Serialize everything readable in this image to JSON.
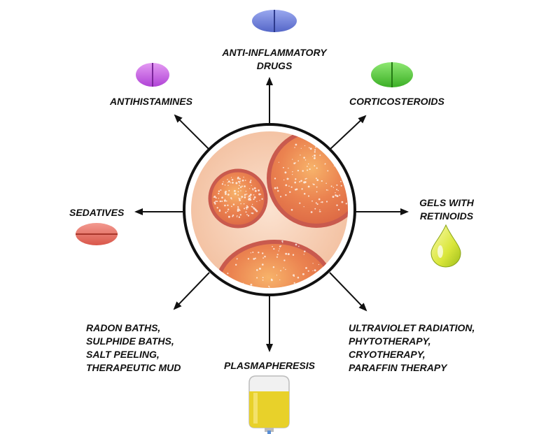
{
  "labels": {
    "anti_inflammatory": [
      "ANTI-INFLAMMATORY",
      "DRUGS"
    ],
    "antihistamines": [
      "ANTIHISTAMINES"
    ],
    "corticosteroids": [
      "CORTICOSTEROIDS"
    ],
    "sedatives": [
      "SEDATIVES"
    ],
    "gels_with_retinoids": [
      "GELS WITH",
      "RETINOIDS"
    ],
    "baths": [
      "RADON BATHS,",
      "SULPHIDE BATHS,",
      "SALT PEELING,",
      "THERAPEUTIC MUD"
    ],
    "plasmapheresis": [
      "PLASMAPHERESIS"
    ],
    "uv": [
      "ULTRAVIOLET RADIATION,",
      "PHYTOTHERAPY,",
      "CRYOTHERAPY,",
      "PARAFFIN THERAPY"
    ]
  },
  "colors": {
    "pill_blue": "#6b7fd6",
    "pill_purple": "#c45be6",
    "pill_green": "#52c93a",
    "pill_red": "#e66a5c",
    "gel_drop": "#d8e63a",
    "iv_bag_fluid": "#e8d12a",
    "skin_background": "#f6c9aa",
    "plaque": "#e9794a",
    "plaque_rim": "#c95a4e"
  },
  "icons": [
    "pill-blue-icon",
    "pill-purple-icon",
    "pill-green-icon",
    "pill-red-icon",
    "gel-drop-icon",
    "iv-bag-icon"
  ]
}
